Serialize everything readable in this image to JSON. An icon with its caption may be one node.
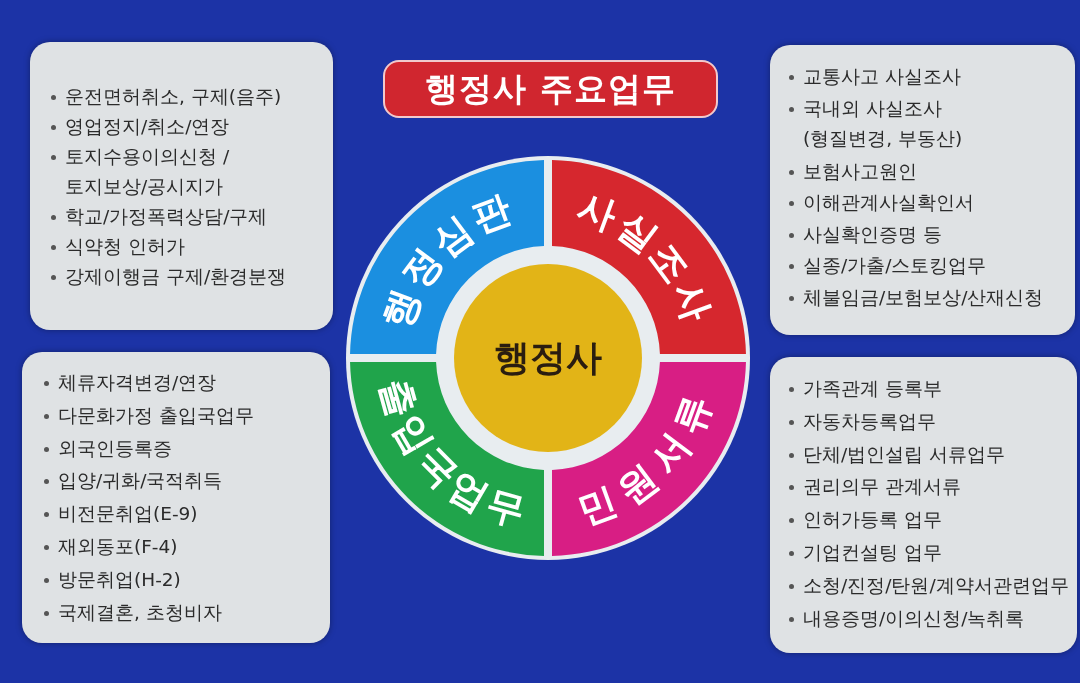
{
  "diagram": {
    "title": "행정사 주요업무",
    "nodes": [
      {
        "text": [
          "행정사"
        ]
      },
      {
        "text": [
          "행정심판"
        ]
      },
      {
        "text": [
          "사실조사"
        ]
      },
      {
        "text": [
          "출입국업무"
        ]
      },
      {
        "text": [
          "민원서류"
        ]
      },
      {
        "text": [
          "운전면허취소, 구제(음주)",
          "영업정지/취소/연장",
          "토지수용이의신청 /토지보상/공시지가",
          "학교/가정폭력상담/구제",
          "식약청 인허가",
          "강제이행금 구제/환경분쟁"
        ]
      },
      {
        "text": [
          "교통사고 사실조사",
          "국내외 사실조사 (형질변경, 부동산)",
          "보험사고원인",
          "이해관계사실확인서",
          "사실확인증명 등",
          "실종/가출/스토킹업무",
          "체불임금/보험보상/산재신청"
        ]
      },
      {
        "text": [
          "체류자격변경/연장",
          "다문화가정 출입국업무",
          "외국인등록증",
          "입양/귀화/국적취득",
          "비전문취업(E-9)",
          "재외동포(F-4)",
          "방문취업(H-2)",
          "국제결혼, 초청비자"
        ]
      },
      {
        "text": [
          "가족관계 등록부",
          "자동차등록업무",
          "단체/법인설립 서류업무",
          "권리의무 관계서류",
          "인허가등록 업무",
          "기업컨설팅 업무",
          "소청/진정/탄원/계약서관련업무",
          "내용증명/이의신청/녹취록"
        ]
      }
    ]
  }
}
